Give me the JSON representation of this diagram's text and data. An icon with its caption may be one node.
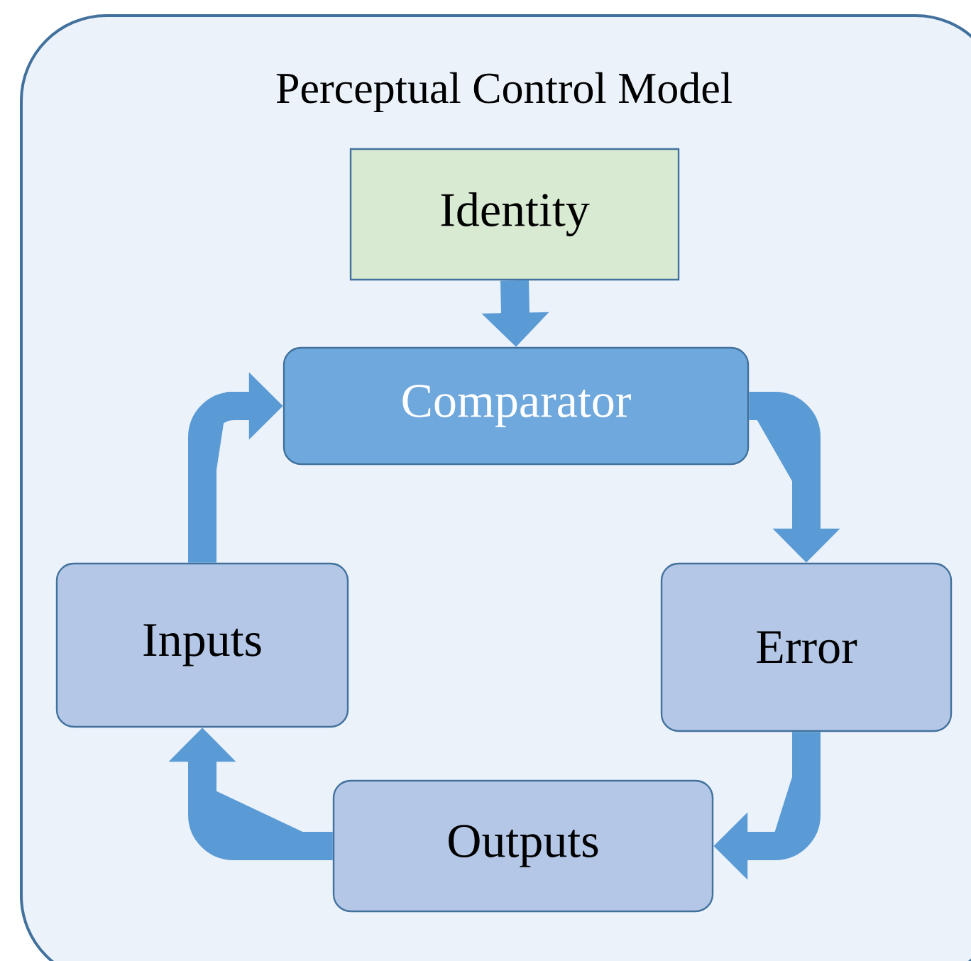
{
  "diagram": {
    "nodes": [
      {
        "text": [
          "Perceptual Control Model"
        ]
      },
      {
        "text": [
          "Identity"
        ],
        "in": 0
      },
      {
        "text": [
          "Comparator"
        ],
        "in": 0
      },
      {
        "text": [
          "Inputs"
        ],
        "in": 0
      },
      {
        "text": [
          "Error"
        ],
        "in": 0
      },
      {
        "text": [
          "Outputs"
        ],
        "in": 0
      }
    ],
    "edges": [
      {
        "from": 1,
        "to": 2,
        "arrow": "to"
      },
      {
        "from": 2,
        "to": 4,
        "arrow": "to"
      },
      {
        "from": 4,
        "to": 5,
        "arrow": "to"
      },
      {
        "from": 5,
        "to": 3,
        "arrow": "to"
      },
      {
        "from": 3,
        "to": 2,
        "arrow": "to"
      }
    ]
  }
}
